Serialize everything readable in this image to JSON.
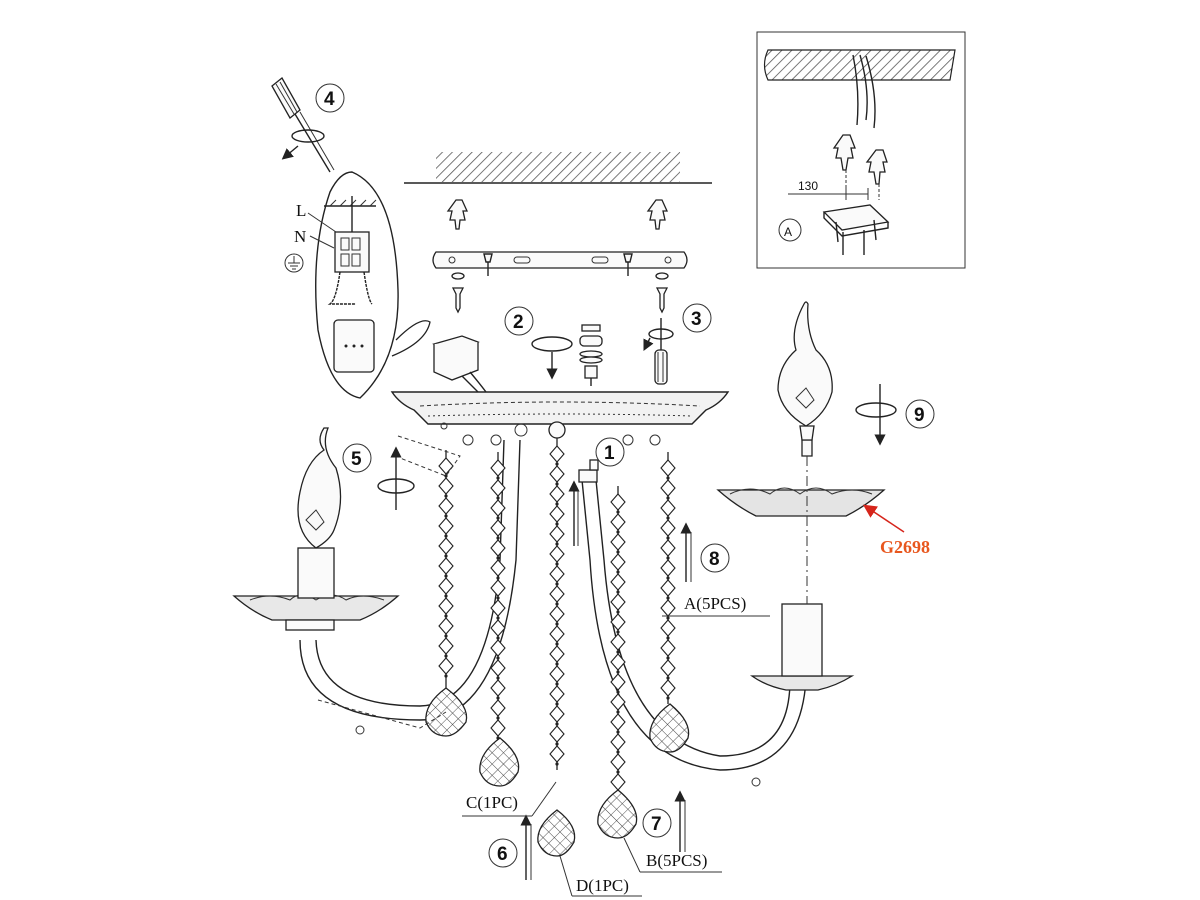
{
  "steps": {
    "s1": "1",
    "s2": "2",
    "s3": "3",
    "s4": "4",
    "s5": "5",
    "s6": "6",
    "s7": "7",
    "s8": "8",
    "s9": "9"
  },
  "wiring": {
    "live": "L",
    "neutral": "N"
  },
  "inset": {
    "dimension": "130",
    "marker": "A"
  },
  "parts": {
    "a": "A(5PCS)",
    "b": "B(5PCS)",
    "c": "C(1PC)",
    "d": "D(1PC)",
    "model": "G2698"
  },
  "colors": {
    "ink": "#222222",
    "accent": "#e8571e",
    "hatch": "#555555"
  }
}
